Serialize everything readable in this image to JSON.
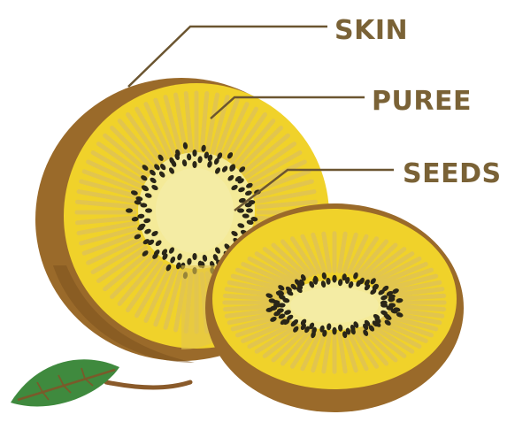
{
  "labels": {
    "skin": "SKIN",
    "puree": "PUREE",
    "seeds": "SEEDS"
  },
  "colors": {
    "label": "#7a6236",
    "skin": "#9a6a2a",
    "skin_dark": "#7d521e",
    "flesh": "#f0d22a",
    "flesh_ray": "#e2c54e",
    "core": "#f4eca4",
    "seed": "#2a2618",
    "leaf": "#3f8a3e",
    "stem": "#8a5a2a"
  },
  "icons": {
    "whole_half": "kiwi-large-half",
    "small_half": "kiwi-small-half",
    "leaf": "leaf-icon"
  }
}
